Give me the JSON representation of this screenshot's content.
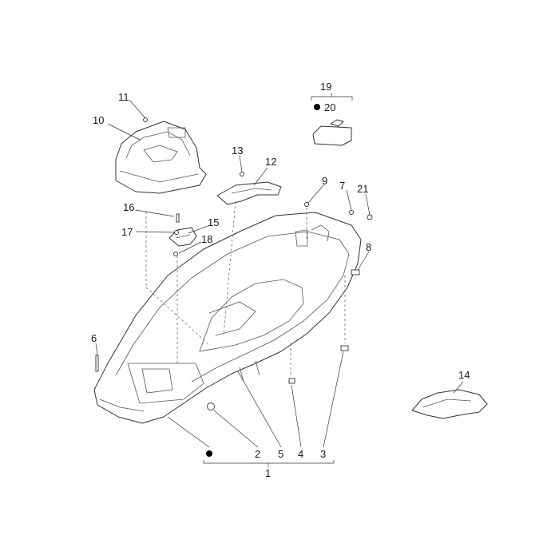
{
  "diagram": {
    "callouts": [
      "1",
      "2",
      "3",
      "4",
      "5",
      "6",
      "7",
      "8",
      "9",
      "10",
      "11",
      "12",
      "13",
      "14",
      "15",
      "16",
      "17",
      "18",
      "19",
      "20",
      "21"
    ]
  },
  "colors": {
    "line": "#333333",
    "fill": "#ffffff",
    "bullet": "#000000"
  }
}
